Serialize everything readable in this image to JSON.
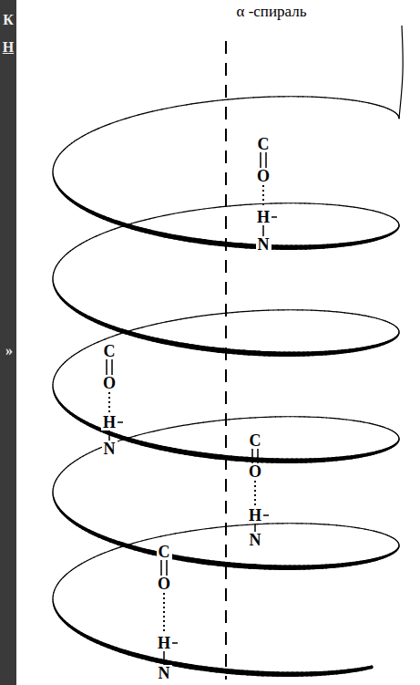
{
  "diagram": {
    "title": "α -спираль",
    "labels": [
      "К",
      "Н",
      "C",
      "O",
      "H",
      "N",
      "»",
      "C",
      "O",
      "H",
      "N",
      "C",
      "O",
      "H",
      "N",
      "C",
      "O",
      "H",
      "N"
    ]
  }
}
